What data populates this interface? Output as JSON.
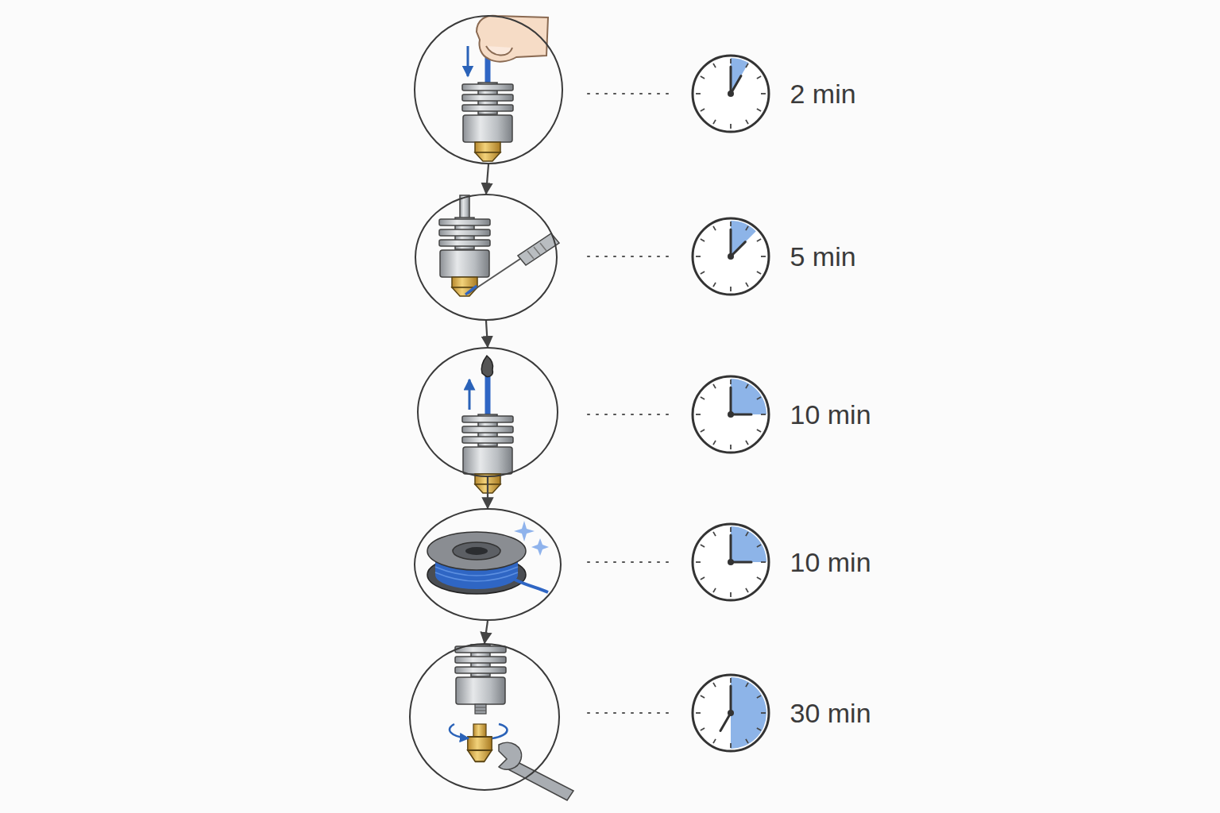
{
  "diagram": {
    "nodes": [
      {
        "text": [
          "2 min"
        ]
      },
      {
        "text": [
          "5 min"
        ]
      },
      {
        "text": [
          "10 min"
        ]
      },
      {
        "text": [
          "10 min"
        ]
      },
      {
        "text": [
          "30 min"
        ]
      }
    ],
    "edges": [
      {
        "from": 0,
        "to": 1,
        "arrow": "to"
      },
      {
        "from": 1,
        "to": 2,
        "arrow": "to"
      },
      {
        "from": 2,
        "to": 3,
        "arrow": "to"
      },
      {
        "from": 3,
        "to": 4,
        "arrow": "to"
      }
    ]
  }
}
